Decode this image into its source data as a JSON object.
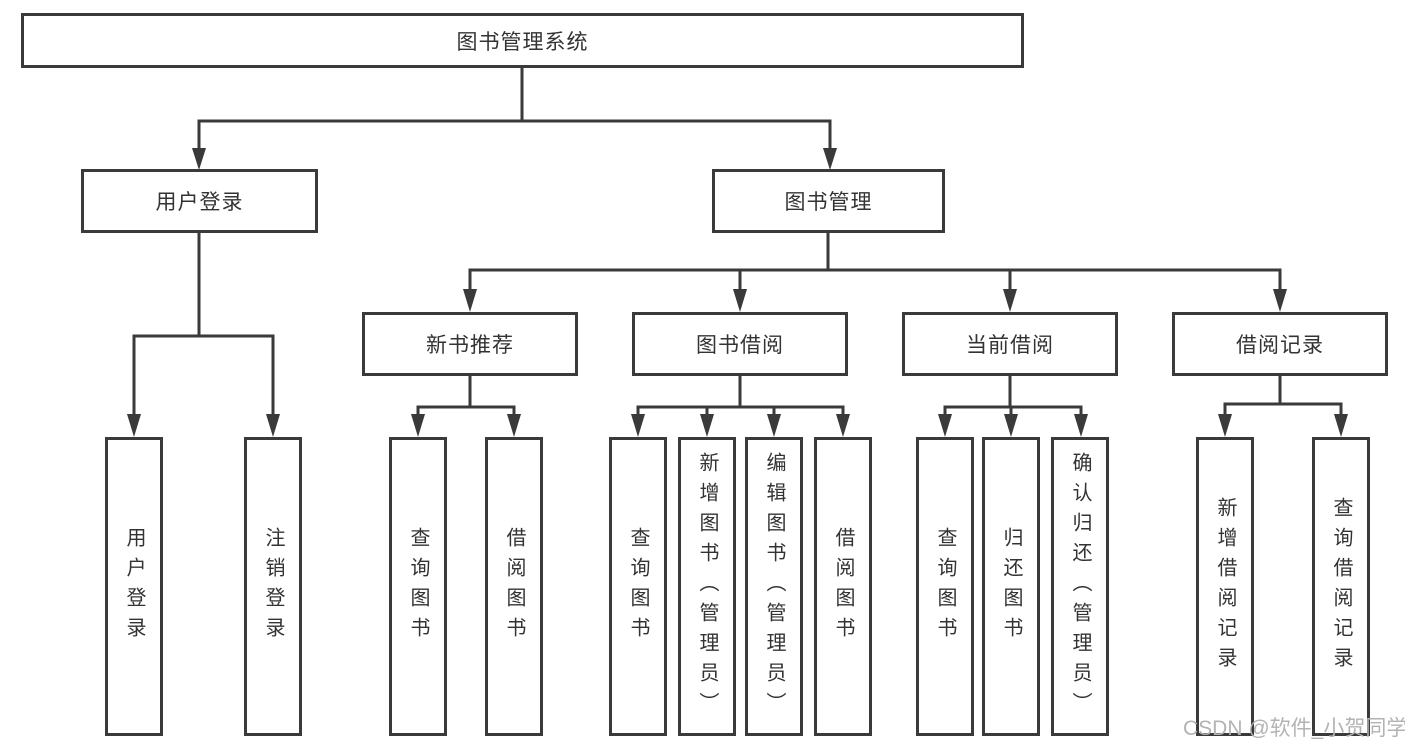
{
  "diagram_title": "图书管理系统",
  "tree": {
    "root": {
      "label": "图书管理系统",
      "children": [
        {
          "label": "用户登录",
          "children": [
            {
              "label": "用户登录"
            },
            {
              "label": "注销登录"
            }
          ]
        },
        {
          "label": "图书管理",
          "children": [
            {
              "label": "新书推荐",
              "children": [
                {
                  "label": "查询图书"
                },
                {
                  "label": "借阅图书"
                }
              ]
            },
            {
              "label": "图书借阅",
              "children": [
                {
                  "label": "查询图书"
                },
                {
                  "label": "新增图书（管理员）"
                },
                {
                  "label": "编辑图书（管理员）"
                },
                {
                  "label": "借阅图书"
                }
              ]
            },
            {
              "label": "当前借阅",
              "children": [
                {
                  "label": "查询图书"
                },
                {
                  "label": "归还图书"
                },
                {
                  "label": "确认归还（管理员）"
                }
              ]
            },
            {
              "label": "借阅记录",
              "children": [
                {
                  "label": "新增借阅记录"
                },
                {
                  "label": "查询借阅记录"
                }
              ]
            }
          ]
        }
      ]
    }
  },
  "watermark": {
    "text": "CSDN @软件_小贺同学"
  },
  "colors": {
    "line": "#3a3a3a",
    "text": "#333333",
    "watermark": "#b3b3b3",
    "paper": "#ffffff"
  }
}
